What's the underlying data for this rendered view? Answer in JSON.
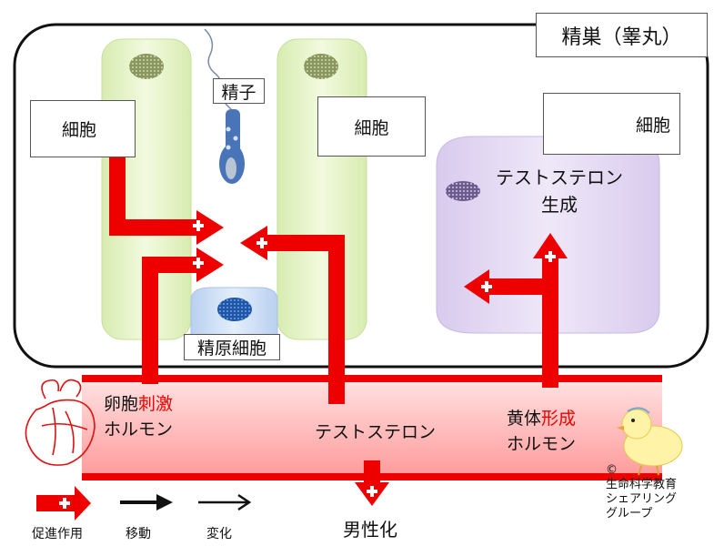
{
  "title": "精巣（睾丸）",
  "labels": {
    "cell_left": "細胞",
    "cell_middle": "細胞",
    "cell_right": "細胞",
    "sperm": "精子",
    "spermatogonia": "精原細胞",
    "testosterone_production_line1": "テストステロン",
    "testosterone_production_line2": "生成",
    "fsh_part1": "卵胞",
    "fsh_part2": "刺激",
    "fsh_line2": "ホルモン",
    "testosterone_blood": "テストステロン",
    "lh_part1": "黄体",
    "lh_part2": "形成",
    "lh_line2": "ホルモン",
    "masculinization": "男性化"
  },
  "legend": {
    "promote": "促進作用",
    "move": "移動",
    "change": "変化"
  },
  "credit": {
    "copyright": "©",
    "line1": "生命科学教育",
    "line2": "シェアリング",
    "line3": "グループ"
  },
  "colors": {
    "arrow_red": "#ee0000",
    "sertoli_green": "#e8f5c8",
    "leydig_purple": "#e6dcf3",
    "blood_vessel_top": "#ffd4d4",
    "blood_vessel_bottom": "#ff9c9c",
    "spermatogonia_blue": "#cfe0f7",
    "nucleus_blue": "#2a63b8",
    "nucleus_green": "#9da96a",
    "nucleus_purple": "#7a6a9a"
  }
}
